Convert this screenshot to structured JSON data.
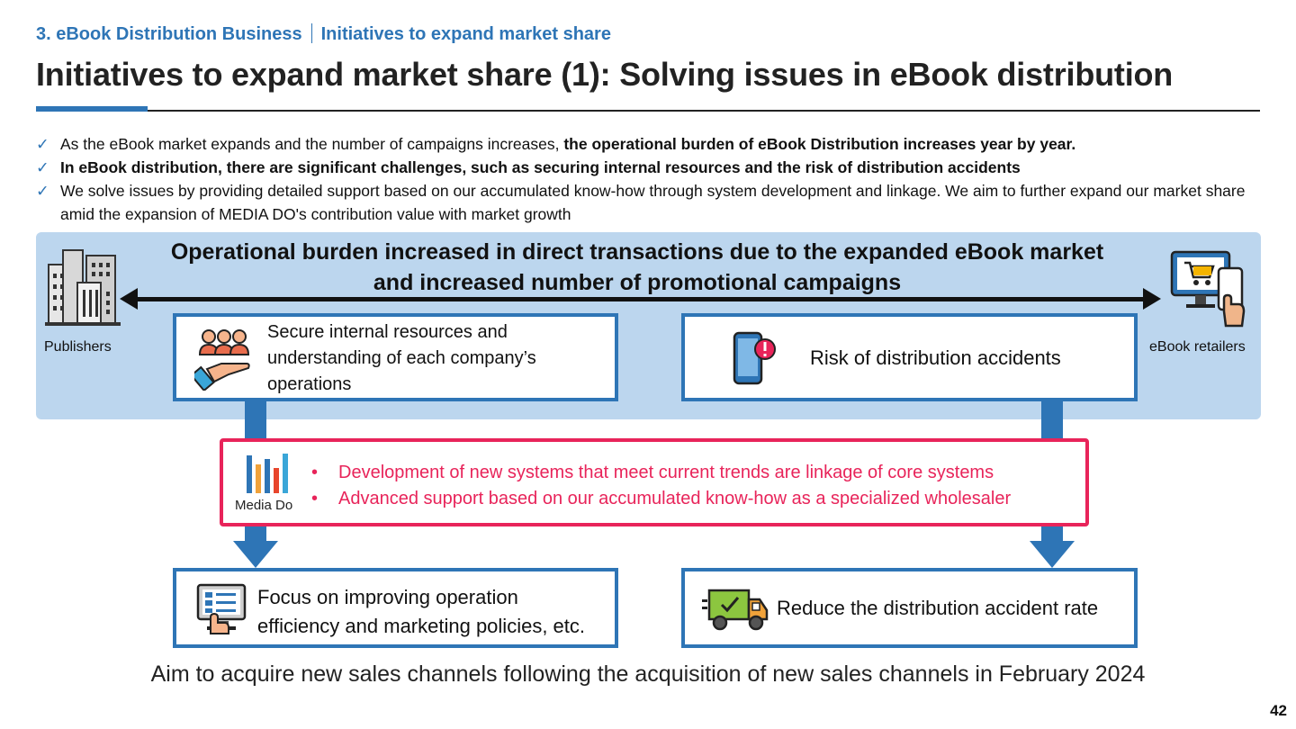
{
  "header": {
    "section": "3. eBook Distribution Business",
    "subsection": "Initiatives to expand market share",
    "title": "Initiatives to expand market share (1): Solving issues in eBook distribution"
  },
  "bullets": [
    {
      "normal": "As the eBook market expands and the number of campaigns increases, ",
      "bold": "the operational burden of eBook Distribution increases year by year."
    },
    {
      "normal": "",
      "bold": "In eBook distribution, there are significant challenges, such as securing internal resources and the risk of distribution accidents"
    },
    {
      "normal": "We solve issues by providing detailed support based on our accumulated know-how through system development and linkage. We aim to further expand our market share amid the expansion of MEDIA DO's contribution value with market growth",
      "bold": ""
    }
  ],
  "band": {
    "title_line1": "Operational burden increased in direct transactions due to the expanded eBook market",
    "title_line2": "and increased number of promotional campaigns",
    "left_label": "Publishers",
    "right_label": "eBook retailers"
  },
  "issues": {
    "left": "Secure internal resources and understanding of each company’s operations",
    "right": "Risk of distribution accidents"
  },
  "mediado": {
    "logo_text": "Media Do",
    "items": [
      "Development of new systems that meet current trends are linkage of core systems",
      "Advanced support based on our accumulated know-how as a specialized wholesaler"
    ]
  },
  "outcomes": {
    "left_line1": "Focus on improving operation",
    "left_line2": "efficiency and marketing policies, etc.",
    "right": "Reduce the distribution accident rate"
  },
  "footer": "Aim to acquire new sales channels following the acquisition of new sales channels in February 2024",
  "page_number": "42",
  "colors": {
    "accent": "#2e75b6",
    "band": "#bcd6ee",
    "highlight": "#e8245a"
  },
  "icons": [
    "buildings-icon",
    "online-shop-icon",
    "people-hand-icon",
    "phone-alert-icon",
    "checklist-monitor-icon",
    "delivery-truck-icon",
    "mediado-logo"
  ]
}
